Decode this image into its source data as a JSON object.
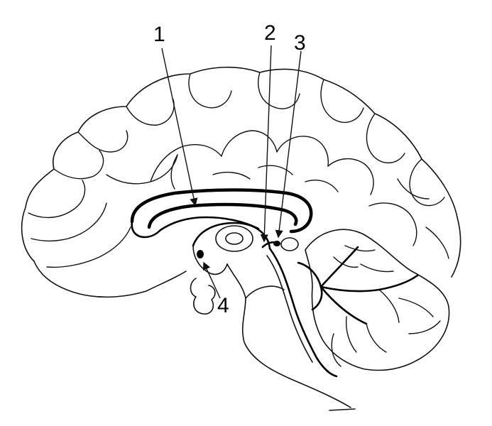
{
  "labels": [
    {
      "id": "1",
      "text": "1"
    },
    {
      "id": "2",
      "text": "2"
    },
    {
      "id": "3",
      "text": "3"
    },
    {
      "id": "4",
      "text": "4"
    }
  ],
  "colors": {
    "line": "#000000",
    "background": "#ffffff"
  }
}
